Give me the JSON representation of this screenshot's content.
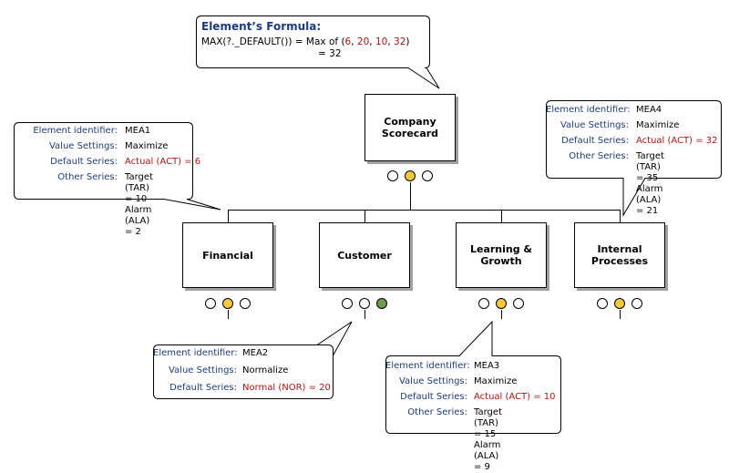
{
  "colors": {
    "yellow_light": "#f5c93a",
    "green_light": "#6f9a48",
    "highlight_text": "#b01414",
    "label_text": "#1f3c7a"
  },
  "formula": {
    "title": "Element’s Formula:",
    "expression_prefix": "MAX(?._DEFAULT()) = Max of (",
    "args": [
      "6",
      "20",
      "10",
      "32"
    ],
    "separator": ", ",
    "closing": ")",
    "result_line": "= 32"
  },
  "nodes": {
    "company": {
      "label": "Company\nScorecard",
      "lights": [
        "off",
        "yellow",
        "off"
      ]
    },
    "financial": {
      "label": "Financial",
      "lights": [
        "off",
        "yellow",
        "off"
      ]
    },
    "customer": {
      "label": "Customer",
      "lights": [
        "off",
        "off",
        "green"
      ]
    },
    "learning": {
      "label": "Learning &\nGrowth",
      "lights": [
        "off",
        "yellow",
        "off"
      ]
    },
    "internal": {
      "label": "Internal\nProcesses",
      "lights": [
        "off",
        "yellow",
        "off"
      ]
    }
  },
  "labels": {
    "element_identifier": "Element identifier:",
    "value_settings": "Value Settings:",
    "default_series": "Default Series:",
    "other_series": "Other Series:"
  },
  "callouts": {
    "mea1": {
      "identifier": "MEA1",
      "value_settings": "Maximize",
      "default_series": "Actual (ACT) = 6",
      "other_series": "Target (TAR) = 10\nAlarm (ALA) = 2"
    },
    "mea2": {
      "identifier": "MEA2",
      "value_settings": "Normalize",
      "default_series": "Normal (NOR) = 20"
    },
    "mea3": {
      "identifier": "MEA3",
      "value_settings": "Maximize",
      "default_series": "Actual (ACT) = 10",
      "other_series": "Target (TAR) = 15\nAlarm (ALA) = 9"
    },
    "mea4": {
      "identifier": "MEA4",
      "value_settings": "Maximize",
      "default_series": "Actual (ACT) = 32",
      "other_series": "Target (TAR) = 35\nAlarm (ALA) = 21"
    }
  }
}
